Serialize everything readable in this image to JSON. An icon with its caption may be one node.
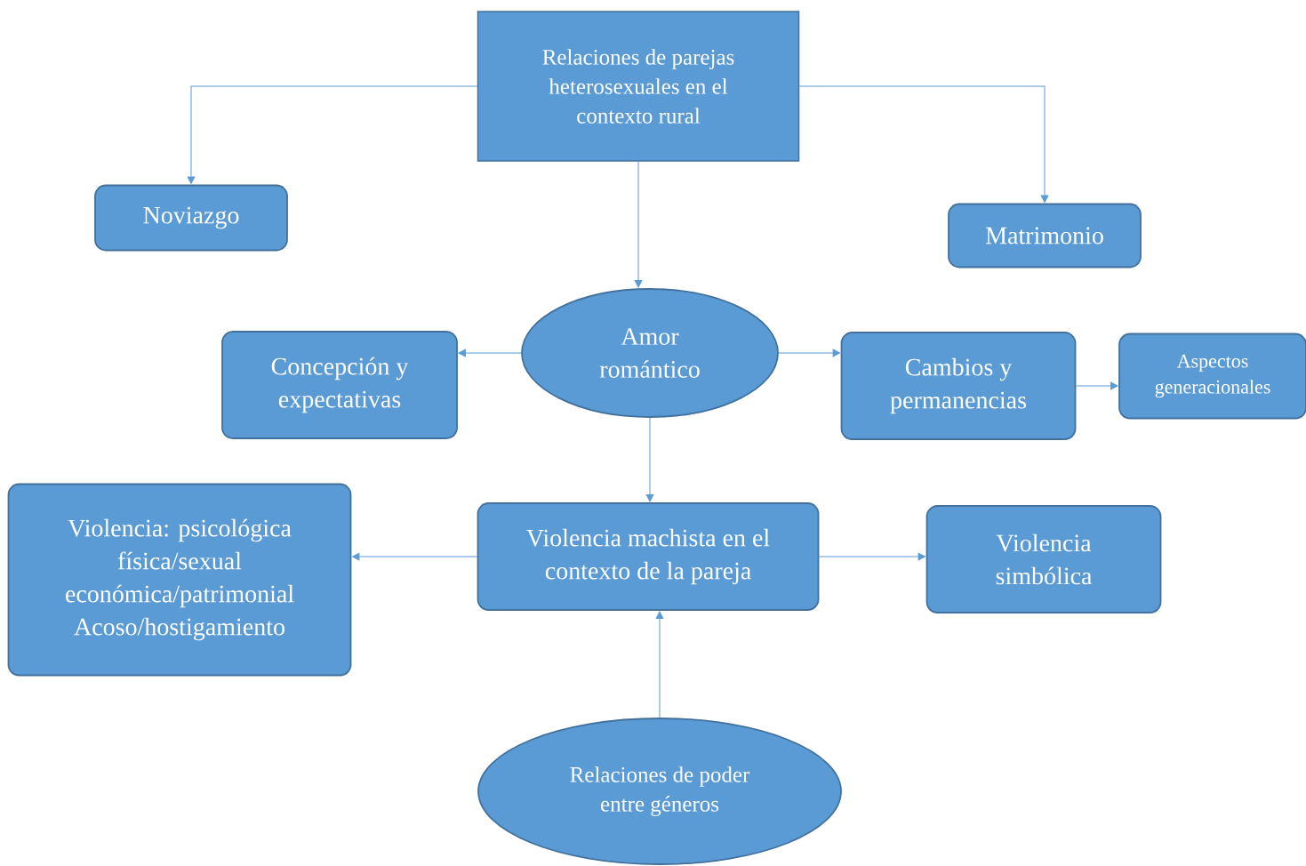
{
  "diagram": {
    "nodes": [
      {
        "text": [
          "Relaciones de parejas heterosexuales en el contexto rural"
        ]
      },
      {
        "text": [
          "Noviazgo"
        ]
      },
      {
        "text": [
          "Matrimonio"
        ]
      },
      {
        "text": [
          "Amor romántico"
        ]
      },
      {
        "text": [
          "Concepción y expectativas"
        ]
      },
      {
        "text": [
          "Cambios y permanencias"
        ]
      },
      {
        "text": [
          "Aspectos generacionales"
        ]
      },
      {
        "text": [
          "Violencia: psicológica física/sexual económica/patrimonial Acoso/hostigamiento"
        ]
      },
      {
        "text": [
          "Violencia machista en el contexto de la pareja"
        ]
      },
      {
        "text": [
          "Violencia simbólica"
        ]
      },
      {
        "text": [
          "Relaciones de poder entre géneros"
        ]
      }
    ],
    "edges": [
      {
        "from": 0,
        "to": 1,
        "arrow": "to"
      },
      {
        "from": 0,
        "to": 2,
        "arrow": "to"
      },
      {
        "from": 0,
        "to": 3,
        "arrow": "to"
      },
      {
        "from": 3,
        "to": 4,
        "arrow": "to"
      },
      {
        "from": 3,
        "to": 5,
        "arrow": "to"
      },
      {
        "from": 5,
        "to": 6,
        "arrow": "to"
      },
      {
        "from": 3,
        "to": 8,
        "arrow": "to"
      },
      {
        "from": 8,
        "to": 7,
        "arrow": "to"
      },
      {
        "from": 8,
        "to": 9,
        "arrow": "to"
      },
      {
        "from": 10,
        "to": 8,
        "arrow": "to"
      }
    ]
  }
}
